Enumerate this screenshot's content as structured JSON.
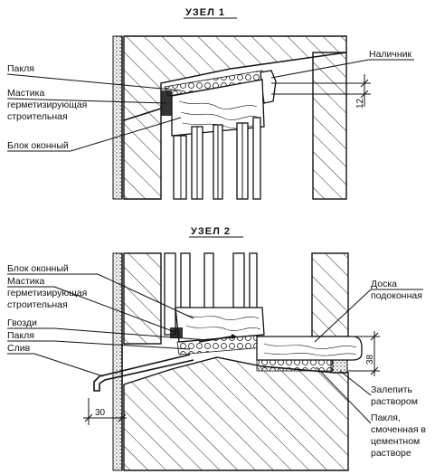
{
  "node1": {
    "title": "УЗЕЛ 1",
    "labels": {
      "paklya": "Пакля",
      "mastika_1": "Мастика",
      "mastika_2": "герметизирующая",
      "mastika_3": "строительная",
      "blok": "Блок оконный",
      "nalichnik": "Наличник"
    },
    "dimension": "12"
  },
  "node2": {
    "title": "УЗЕЛ 2",
    "labels": {
      "blok": "Блок оконный",
      "mastika_1": "Мастика",
      "mastika_2": "герметизирующая",
      "mastika_3": "строительная",
      "gvozdi": "Гвозди",
      "paklya": "Пакля",
      "sliv": "Слив",
      "doska_1": "Доска",
      "doska_2": "подоконная",
      "zalepit_1": "Залепить",
      "zalepit_2": "раствором",
      "paklya_wet_1": "Пакля,",
      "paklya_wet_2": "смоченная в",
      "paklya_wet_3": "цементном",
      "paklya_wet_4": "растворе"
    },
    "dimension_38": "38",
    "dimension_30": "30"
  }
}
